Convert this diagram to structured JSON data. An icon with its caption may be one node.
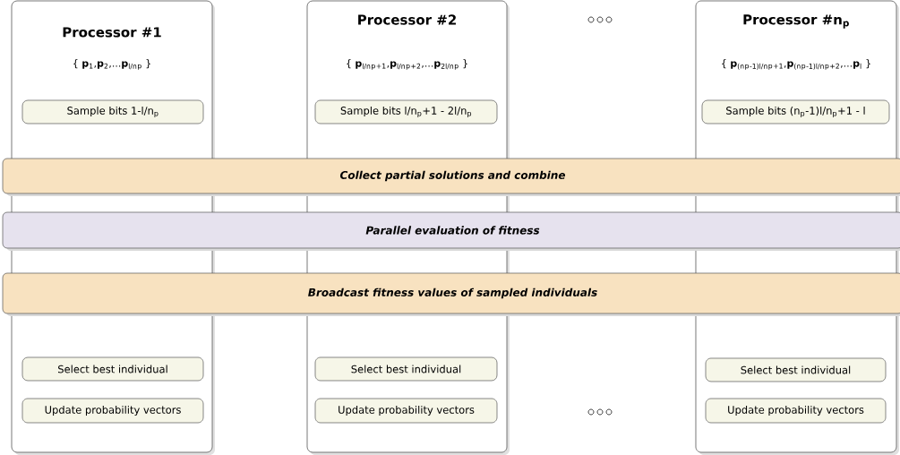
{
  "diagram": {
    "nodes": [
      {
        "text": [
          "Processor #1",
          "{ **p**$_{1}$,**p**$_{2}$,...**p**$_{l/n}$$_{p}$ }"
        ]
      },
      {
        "text": [
          "Sample bits 1-l/n$_{p}$"
        ],
        "in": 0
      },
      {
        "text": [
          "Select best individual"
        ],
        "in": 0
      },
      {
        "text": [
          "Update probability vectors"
        ],
        "in": 0
      },
      {
        "text": [
          "Processor #2",
          "{ **p**$_{l/n}$$_{p}$$_{+1}$,**p**$_{l/n}$$_{p}$$_{+2}$,...**p**$_{2l/n}$$_{p}$ }"
        ]
      },
      {
        "text": [
          "Sample bits l/n$_{p}$+1 - 2l/n$_{p}$"
        ],
        "in": 4
      },
      {
        "text": [
          "Select best individual"
        ],
        "in": 4
      },
      {
        "text": [
          "Update probability vectors"
        ],
        "in": 4
      },
      {
        "text": [
          "Processor #n$_{p}$",
          "{ **p**$_{(n}$$_{p}$$_{-1)l/n}$$_{p}$$_{+1}$,**p**$_{(n}$$_{p}$$_{-1)l/n}$$_{p}$$_{+2}$,...**p**$_{l}$ }"
        ]
      },
      {
        "text": [
          "Sample bits (n$_{p}$-1)l/n$_{p}$+1 - l"
        ],
        "in": 8
      },
      {
        "text": [
          "Select best individual"
        ],
        "in": 8
      },
      {
        "text": [
          "Update probability vectors"
        ],
        "in": 8
      },
      {
        "text": [
          "Collect partial solutions and combine"
        ]
      },
      {
        "text": [
          "Parallel evaluation of fitness"
        ]
      },
      {
        "text": [
          "Broadcast fitness values of sampled individuals"
        ]
      }
    ]
  }
}
